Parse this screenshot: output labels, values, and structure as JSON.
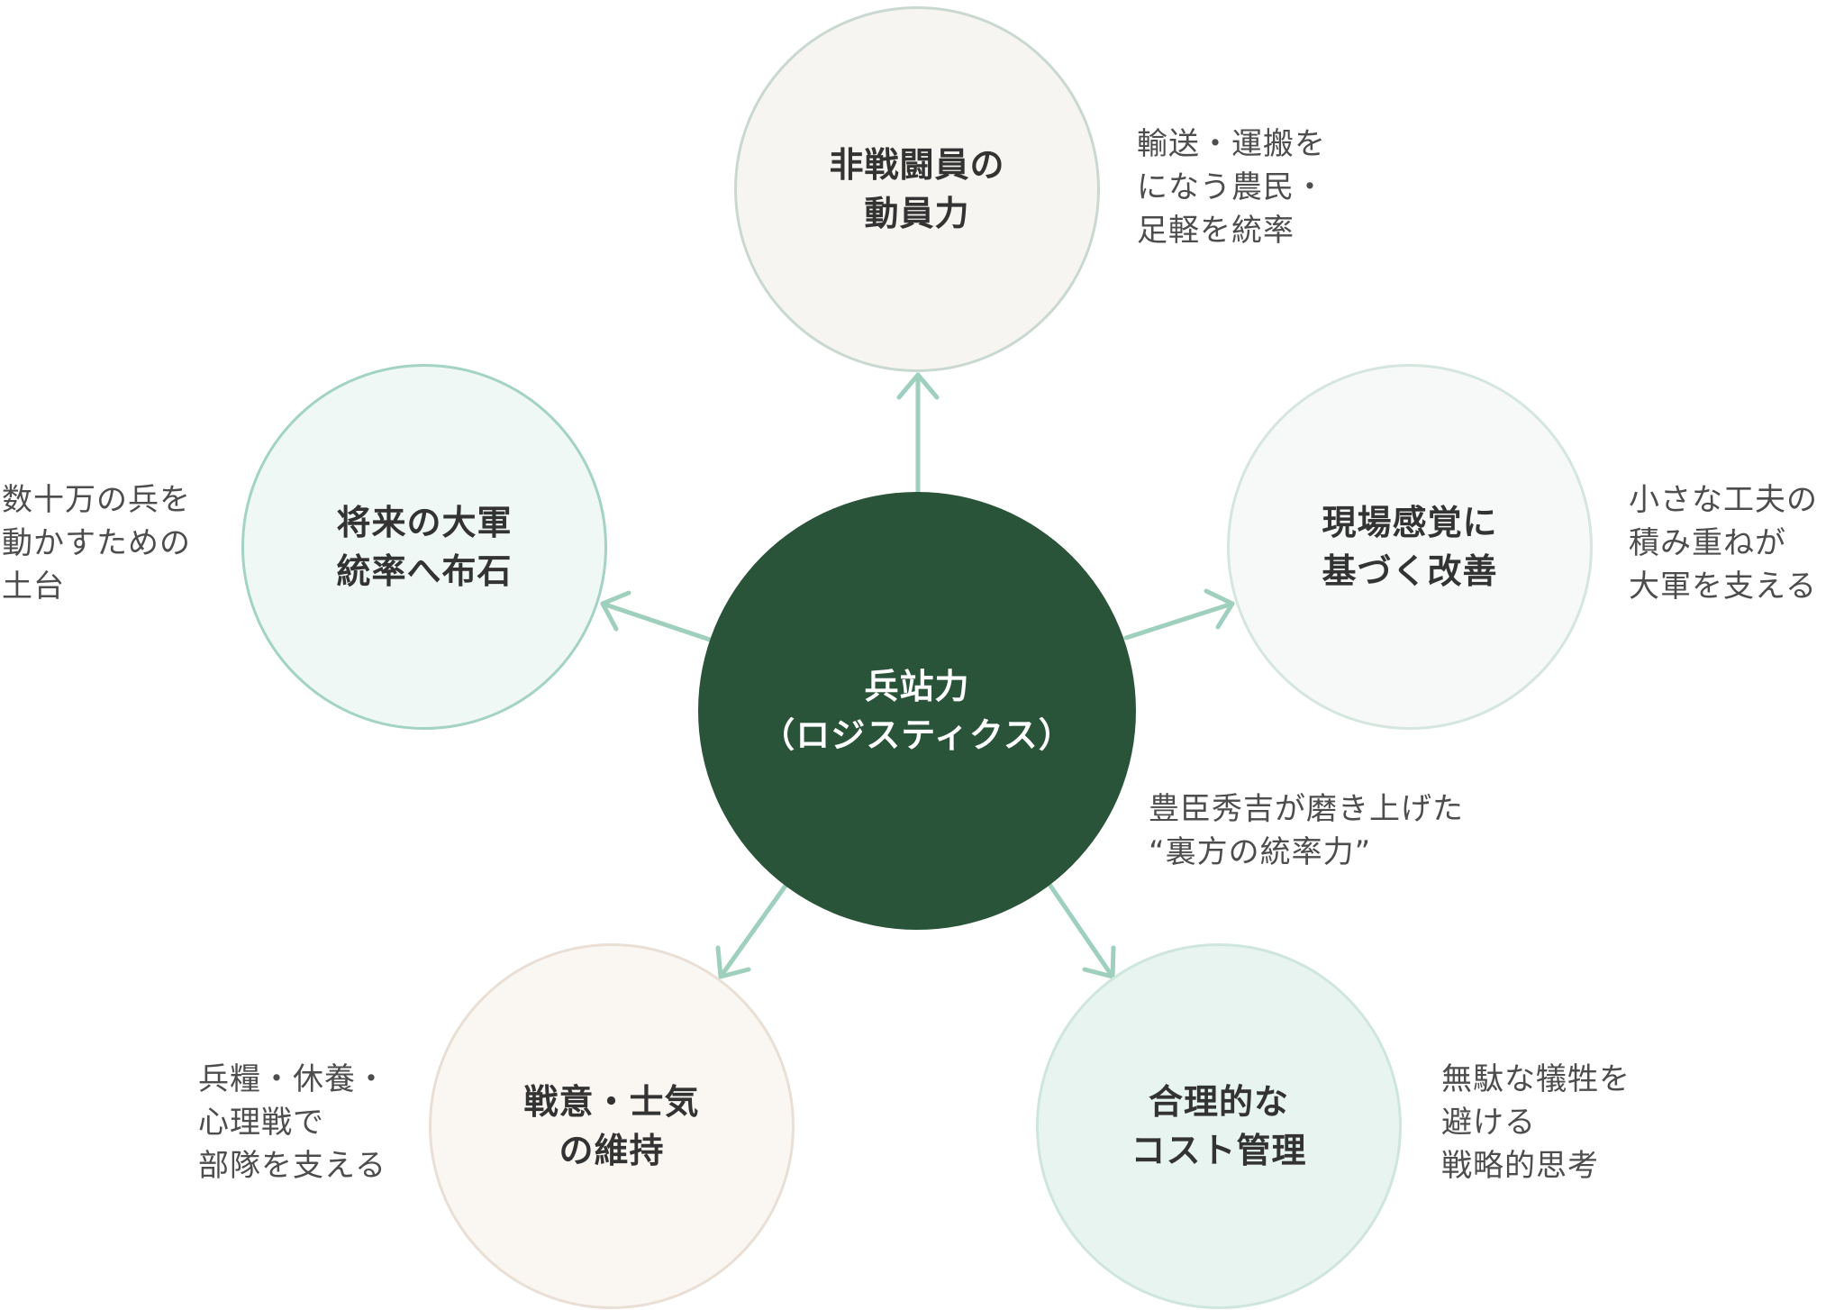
{
  "colors": {
    "center_fill": "#2a5439",
    "arrow": "#9fd0bd",
    "text_dark": "#333333",
    "text_note": "#4d4d4d"
  },
  "center": {
    "label": "兵站力\n（ロジスティクス）"
  },
  "center_note": "豊臣秀吉が磨き上げた\n“裏方の統率力”",
  "nodes": [
    {
      "id": "top",
      "label": "非戦闘員の\n動員力",
      "note": "輸送・運搬を\nになう農民・\n足軽を統率",
      "fill": "#f6f5f1",
      "border": "#c9d8d0"
    },
    {
      "id": "right",
      "label": "現場感覚に\n基づく改善",
      "note": "小さな工夫の\n積み重ねが\n大軍を支える",
      "fill": "#f6f9f7",
      "border": "#d5e6de"
    },
    {
      "id": "bottom-right",
      "label": "合理的な\nコスト管理",
      "note": "無駄な犠牲を\n避ける\n戦略的思考",
      "fill": "#e8f4f0",
      "border": "#cfe6dc"
    },
    {
      "id": "bottom-left",
      "label": "戦意・士気\nの維持",
      "note": "兵糧・休養・\n心理戦で\n部隊を支える",
      "fill": "#faf7f3",
      "border": "#eadfd5"
    },
    {
      "id": "left",
      "label": "将来の大軍\n統率へ布石",
      "note": "数十万の兵を\n動かすための\n土台",
      "fill": "#f0f8f5",
      "border": "#a3d3c2"
    }
  ]
}
